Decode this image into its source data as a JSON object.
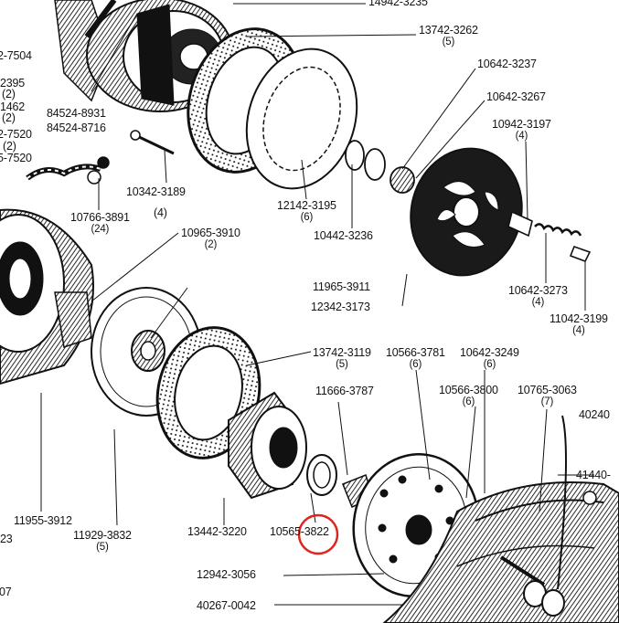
{
  "labels": {
    "p14942_3235": "14942-3235",
    "p13742_3262": "13742-3262",
    "q13742_3262": "(5)",
    "p10642_3237": "10642-3237",
    "p10642_3267": "10642-3267",
    "p10942_3197": "10942-3197",
    "q10942_3197": "(4)",
    "l7504": "2-7504",
    "l2395": "2395",
    "l2a": "(2)",
    "l1462": "1462",
    "l2b": "(2)",
    "l7520a": "2-7520",
    "l2c": "(2)",
    "l7520b": "5-7520",
    "p84524_8931": "84524-8931",
    "p84524_8716": "84524-8716",
    "p10342_3189": "10342-3189",
    "q10342_3189": "(4)",
    "p10766_3891": "10766-3891",
    "q10766_3891": "(24)",
    "p12142_3195": "12142-3195",
    "q12142_3195": "(6)",
    "p10442_3236": "10442-3236",
    "p10965_3910": "10965-3910",
    "q10965_3910": "(2)",
    "p11965_3911": "11965-3911",
    "p12342_3173": "12342-3173",
    "p10642_3273": "10642-3273",
    "q10642_3273": "(4)",
    "p11042_3199": "11042-3199",
    "q11042_3199": "(4)",
    "p13742_3119": "13742-3119",
    "q13742_3119": "(5)",
    "p10566_3781": "10566-3781",
    "q10566_3781": "(6)",
    "p10642_3249": "10642-3249",
    "q10642_3249": "(6)",
    "p11666_3787": "11666-3787",
    "p10566_3800": "10566-3800",
    "q10566_3800": "(6)",
    "p10765_3063": "10765-3063",
    "q10765_3063": "(7)",
    "p40240": "40240",
    "p41440": "41440-",
    "p11955_3912": "11955-3912",
    "p11929_3832": "11929-3832",
    "q11929_3832": "(5)",
    "p13442_3220": "13442-3220",
    "p10565_3822": "10565-3822",
    "p12942_3056": "12942-3056",
    "p40267_0042": "40267-0042",
    "l23": "23",
    "l07": "07"
  },
  "annotation": {
    "highlight_color": "#e0241f",
    "highlighted_part": "p10565_3822"
  },
  "colors": {
    "ink": "#141414",
    "paper": "#ffffff"
  }
}
